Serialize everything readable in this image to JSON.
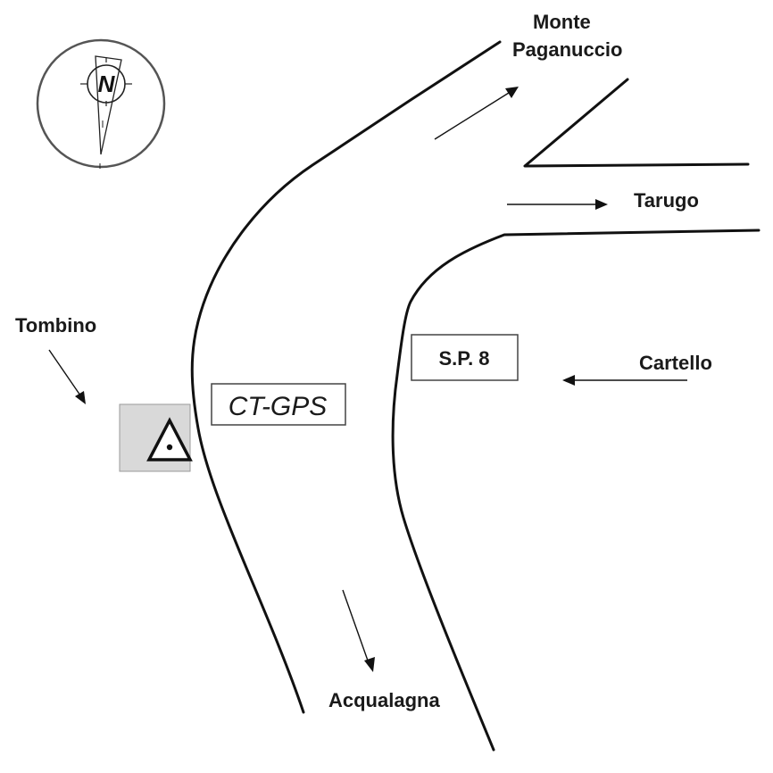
{
  "map": {
    "compass": {
      "letter": "N"
    },
    "places": {
      "monte_line1": "Monte",
      "monte_line2": "Paganuccio",
      "tarugo": "Tarugo",
      "tombino": "Tombino",
      "cartello": "Cartello",
      "acqualagna": "Acqualagna"
    },
    "boxes": {
      "road_name": "S.P. 8",
      "station": "CT-GPS"
    },
    "marker": {
      "fill": "#d9d9d9",
      "symbol": "triangle-with-dot"
    },
    "colors": {
      "line": "#111111",
      "background": "#ffffff"
    }
  }
}
